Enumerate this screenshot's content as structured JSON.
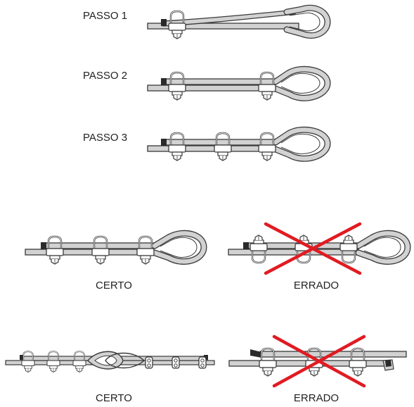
{
  "labels": {
    "step1": "PASSO 1",
    "step2": "PASSO 2",
    "step3": "PASSO 3",
    "correct_a": "CERTO",
    "wrong_a": "ERRADO",
    "correct_b": "CERTO",
    "wrong_b": "ERRADO"
  },
  "colors": {
    "rope_fill": "#d2d2d2",
    "rope_stroke": "#3a3a3a",
    "clamp_fill": "#ffffff",
    "end_tip": "#2a2a2a",
    "cross": "#e11b22"
  }
}
